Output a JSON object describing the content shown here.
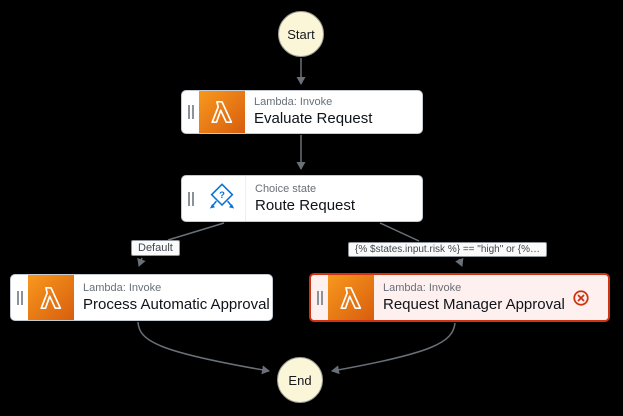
{
  "graph": {
    "start_label": "Start",
    "end_label": "End",
    "edge_labels": {
      "default": "Default",
      "condition": "{% $states.input.risk %} == \"high\" or {%…"
    }
  },
  "states": [
    {
      "type_label": "Lambda: Invoke",
      "name": "Evaluate Request",
      "icon": "lambda-icon",
      "status": "normal"
    },
    {
      "type_label": "Choice state",
      "name": "Route Request",
      "icon": "choice-icon",
      "status": "normal"
    },
    {
      "type_label": "Lambda: Invoke",
      "name": "Process Automatic Approval",
      "icon": "lambda-icon",
      "status": "normal"
    },
    {
      "type_label": "Lambda: Invoke",
      "name": "Request Manager Approval",
      "icon": "lambda-icon",
      "status": "error"
    }
  ],
  "colors": {
    "canvas_background": "#000000",
    "lambda_gradient_start": "#F8981D",
    "lambda_gradient_end": "#D85E0E",
    "choice_icon_blue": "#0972D3",
    "error_red": "#D13212",
    "error_state_background": "#FDF0EE",
    "edge_gray": "#697077",
    "terminal_node_fill": "#FBF6D8",
    "state_background": "#FFFFFF"
  }
}
